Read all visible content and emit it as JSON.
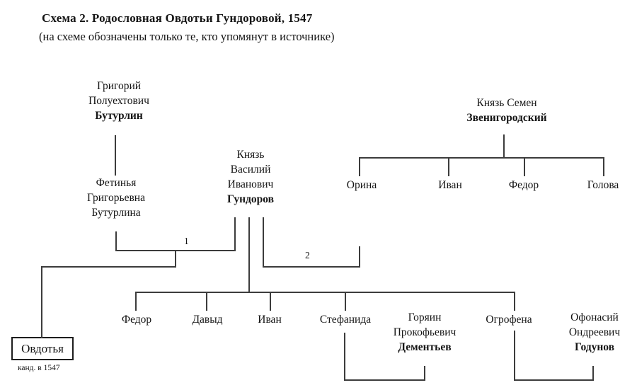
{
  "header": {
    "title": "Схема 2. Родословная Овдотьи Гундоровой, 1547",
    "subtitle": "(на схеме обозначены только те, кто упомянут в источнике)"
  },
  "persons": {
    "buturlin": {
      "lines": [
        "Григорий",
        "Полуехтович"
      ],
      "surname": "Бутурлин"
    },
    "zvenigorodsky": {
      "lines": [
        "Князь Семен"
      ],
      "surname": "Звенигородский"
    },
    "gundorov": {
      "lines": [
        "Князь",
        "Василий",
        "Иванович"
      ],
      "surname": "Гундоров"
    },
    "fetinya": {
      "lines": [
        "Фетинья",
        "Григорьевна",
        "Бутурлина"
      ]
    },
    "orina": {
      "name": "Орина"
    },
    "ivan_zven": {
      "name": "Иван"
    },
    "fedor_zven": {
      "name": "Федор"
    },
    "golova": {
      "name": "Голова"
    },
    "fedor_gund": {
      "name": "Федор"
    },
    "davyd": {
      "name": "Давыд"
    },
    "ivan_gund": {
      "name": "Иван"
    },
    "stefanida": {
      "name": "Стефанида"
    },
    "dementev": {
      "lines": [
        "Горяин",
        "Прокофьевич"
      ],
      "surname": "Дементьев"
    },
    "ogrofena": {
      "name": "Огрофена"
    },
    "godunov": {
      "lines": [
        "Офонасий",
        "Ондреевич"
      ],
      "surname": "Годунов"
    },
    "ovdotya": {
      "name": "Овдотья",
      "note": "канд. в 1547"
    }
  },
  "marriage_labels": {
    "first": "1",
    "second": "2"
  },
  "colors": {
    "line": "#3c3c3c",
    "text": "#141414",
    "background": "#ffffff"
  }
}
